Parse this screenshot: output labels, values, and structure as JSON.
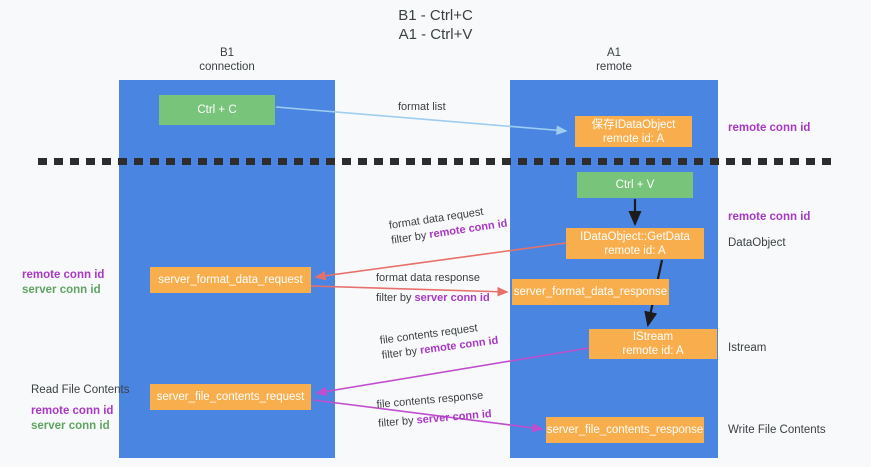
{
  "title": "B1 - Ctrl+C\nA1 - Ctrl+V",
  "columns": {
    "left": {
      "header": "B1\nconnection",
      "color": "#4a86e1"
    },
    "right": {
      "header": "A1\nremote",
      "color": "#4a86e1"
    }
  },
  "divider": {
    "style": "dashed",
    "color": "#2d2d2d"
  },
  "boxes": {
    "ctrl_c": {
      "label": "Ctrl + C",
      "color": "#78c47b"
    },
    "save_dataobject": {
      "line1": "保存IDataObject",
      "line2": "remote id: A",
      "color": "#f9ae4d"
    },
    "ctrl_v": {
      "label": "Ctrl + V",
      "color": "#78c47b"
    },
    "getdata": {
      "line1": "IDataObject::GetData",
      "line2": "remote id: A",
      "color": "#f9ae4d"
    },
    "server_format_data_request": {
      "label": "server_format_data_request",
      "color": "#f9ae4d"
    },
    "server_format_data_response": {
      "label": "server_format_data_response",
      "color": "#f9ae4d"
    },
    "istream": {
      "line1": "IStream",
      "line2": "remote id: A",
      "color": "#f9ae4d"
    },
    "server_file_contents_request": {
      "label": "server_file_contents_request",
      "color": "#f9ae4d"
    },
    "server_file_contents_response": {
      "label": "server_file_contents_response",
      "color": "#f9ae4d"
    }
  },
  "wire_labels": {
    "format_list": "format list",
    "format_data_request": "format data request",
    "format_data_request_filter_prefix": "filter by ",
    "format_data_request_filter_key": "remote conn id",
    "format_data_response": "format data response",
    "format_data_response_filter_prefix": "filter by ",
    "format_data_response_filter_key": "server conn id",
    "file_contents_request": "file contents request",
    "file_contents_request_filter_prefix": "filter by ",
    "file_contents_request_filter_key": "remote conn id",
    "file_contents_response": "file contents response",
    "file_contents_response_filter_prefix": "filter by ",
    "file_contents_response_filter_key": "server conn id"
  },
  "side_labels": {
    "remote_conn_id_top": "remote conn id",
    "remote_conn_id_mid": "remote conn id",
    "dataobject": "DataObject",
    "istream": "Istream",
    "write_file_contents": "Write File Contents",
    "read_file_contents": "Read File Contents",
    "left_remote_conn_id_1": "remote conn id",
    "left_server_conn_id_1": "server conn id",
    "left_remote_conn_id_2": "remote conn id",
    "left_server_conn_id_2": "server conn id"
  },
  "colors": {
    "column_blue": "#4a86e1",
    "box_green": "#78c47b",
    "box_orange": "#f9ae4d",
    "purple_text": "#a839c4",
    "green_text": "#5fa463",
    "arrow_blue": "#9ecdf0",
    "arrow_red": "#e8706a",
    "arrow_magenta": "#c04fd0",
    "arrow_black": "#1c1c1c",
    "background": "#f8f9fa"
  }
}
